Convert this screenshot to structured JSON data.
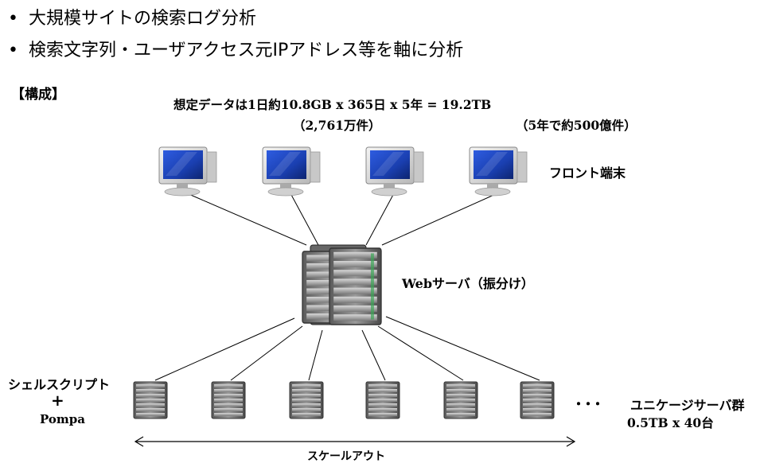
{
  "bullets": [
    "大規模サイトの検索ログ分析",
    "検索文字列・ユーザアクセス元IPアドレス等を軸に分析"
  ],
  "bullet_marker": "•",
  "section_title": "【構成】",
  "assumption_line": "想定データは1日約10.8GB x 365日 x 5年 = 19.2TB",
  "assumption_sub1": "（2,761万件）",
  "assumption_sub2": "（5年で約500億件）",
  "front_label": "フロント端末",
  "web_label": "Webサーバ（振分け）",
  "shell_label": "シェルスクリプト",
  "plus_label": "+",
  "pompa_label": "Pompa",
  "more_marker": "･･･",
  "unique_label": "ユニケージサーバ群",
  "unique_spec": "0.5TB x 40台",
  "scale_label": "スケールアウト",
  "icons": {
    "front": "desktop-computer-icon",
    "web": "server-rack-icon",
    "nodes": "server-rack-icon"
  },
  "colors": {
    "screen": "#1a3fb0",
    "line": "#000000"
  }
}
